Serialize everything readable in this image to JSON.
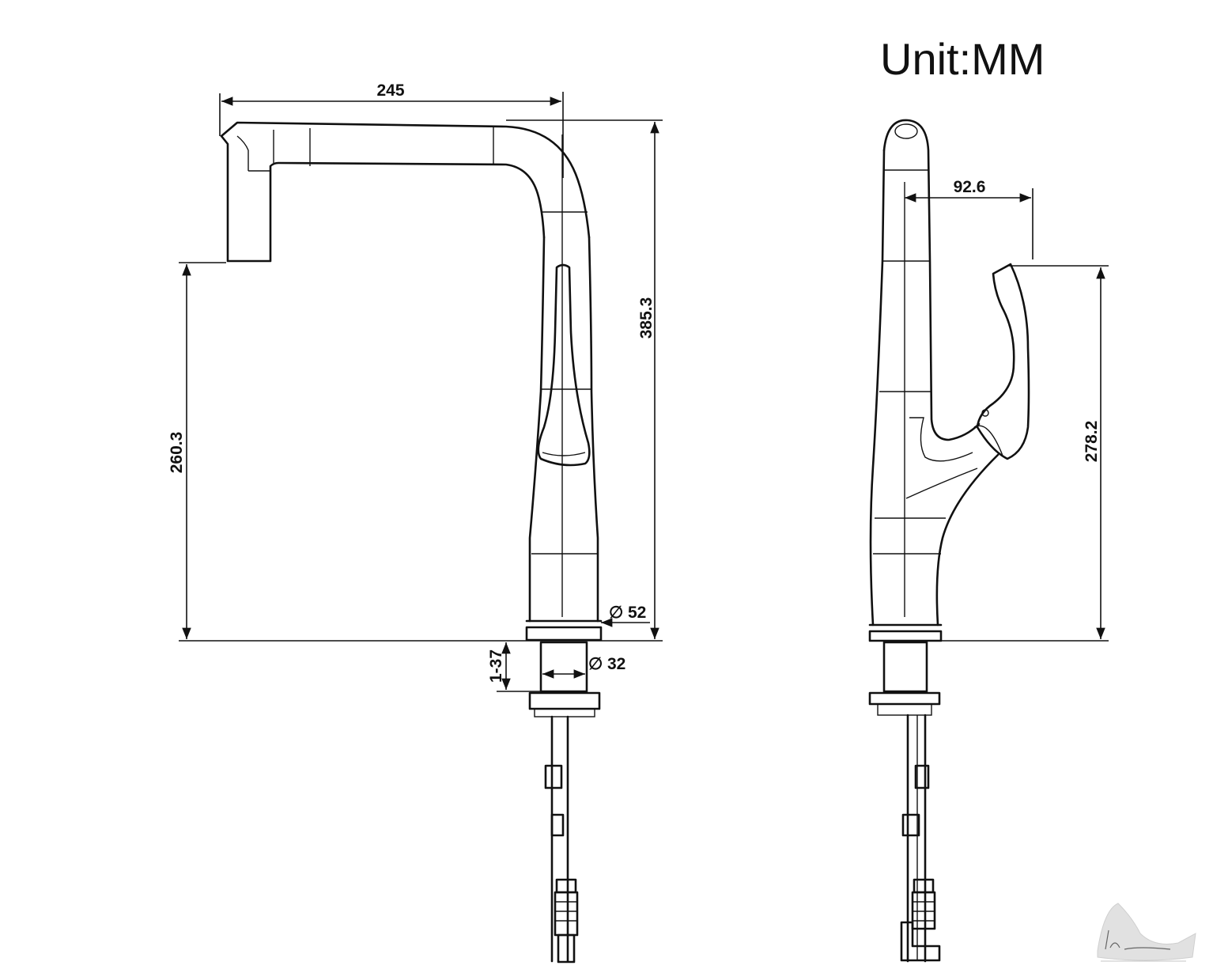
{
  "unit_label": "Unit:MM",
  "front_view": {
    "dims": {
      "spout_reach": "245",
      "total_height": "385.3",
      "spout_height": "260.3",
      "base_diameter": "52",
      "shank_diameter": "32",
      "deck_thickness": "1-37"
    }
  },
  "side_view": {
    "dims": {
      "handle_offset": "92.6",
      "handle_height": "278.2"
    }
  },
  "symbols": {
    "diameter": "∅"
  },
  "icons": {
    "watermark": "signature-logo-icon"
  }
}
